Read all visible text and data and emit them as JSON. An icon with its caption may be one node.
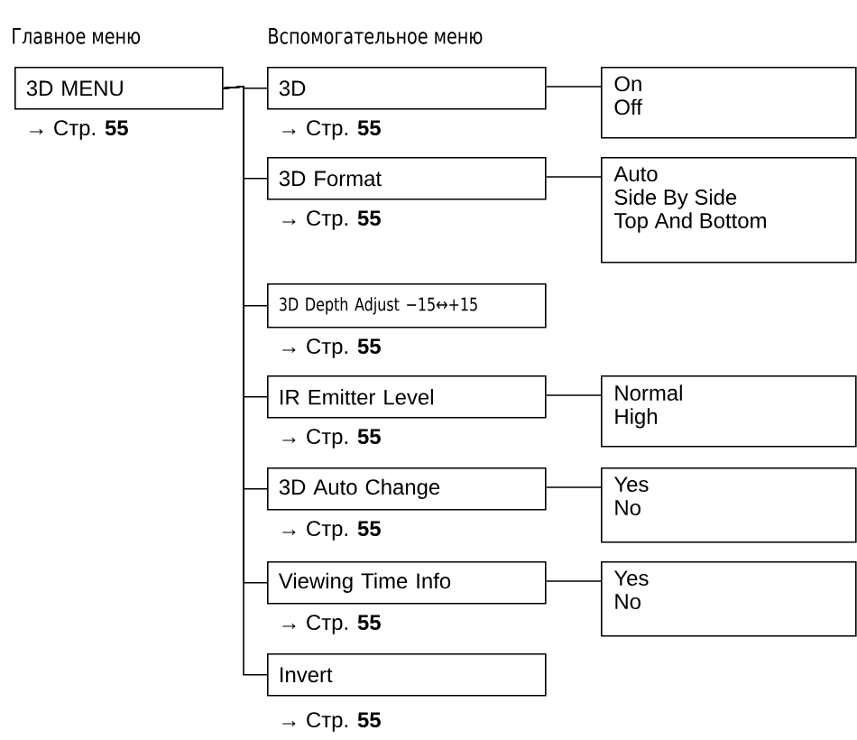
{
  "diagram": {
    "nodes": [
      {
        "text": [
          "3D MENU"
        ],
        "beside": [
          "→ Стр. **55**"
        ]
      },
      {
        "text": [
          "3D"
        ],
        "beside": [
          "→ Стр. **55**"
        ]
      },
      {
        "text": [
          "3D Format"
        ],
        "beside": [
          "→ Стр. **55**"
        ]
      },
      {
        "text": [
          "3D Depth Adjust −15↔+15"
        ],
        "beside": [
          "→ Стр. **55**"
        ]
      },
      {
        "text": [
          "IR Emitter Level"
        ],
        "beside": [
          "→ Стр. **55**"
        ]
      },
      {
        "text": [
          "3D Auto Change"
        ],
        "beside": [
          "→ Стр. **55**"
        ]
      },
      {
        "text": [
          "Viewing Time Info"
        ],
        "beside": [
          "→ Стр. **55**"
        ]
      },
      {
        "text": [
          "Invert"
        ],
        "beside": [
          "→ Стр. **55**"
        ]
      },
      {
        "text": [
          "On",
          "Off"
        ]
      },
      {
        "text": [
          "Auto",
          "Side By Side",
          "Top And Bottom"
        ]
      },
      {
        "text": [
          "Normal",
          "High"
        ]
      },
      {
        "text": [
          "Yes",
          "No"
        ]
      },
      {
        "text": [
          "Yes",
          "No"
        ]
      }
    ],
    "edges": [
      {
        "from": 0,
        "to": 1,
        "arrow": "none"
      },
      {
        "from": 0,
        "to": 2,
        "arrow": "none"
      },
      {
        "from": 0,
        "to": 3,
        "arrow": "none"
      },
      {
        "from": 0,
        "to": 4,
        "arrow": "none"
      },
      {
        "from": 0,
        "to": 5,
        "arrow": "none"
      },
      {
        "from": 0,
        "to": 6,
        "arrow": "none"
      },
      {
        "from": 0,
        "to": 7,
        "arrow": "none"
      },
      {
        "from": 1,
        "to": 8,
        "arrow": "none"
      },
      {
        "from": 2,
        "to": 9,
        "arrow": "none"
      },
      {
        "from": 4,
        "to": 10,
        "arrow": "none"
      },
      {
        "from": 5,
        "to": 11,
        "arrow": "none"
      },
      {
        "from": 6,
        "to": 12,
        "arrow": "none"
      }
    ],
    "labels": [
      "Главное меню",
      "Вспомогательное меню"
    ]
  }
}
